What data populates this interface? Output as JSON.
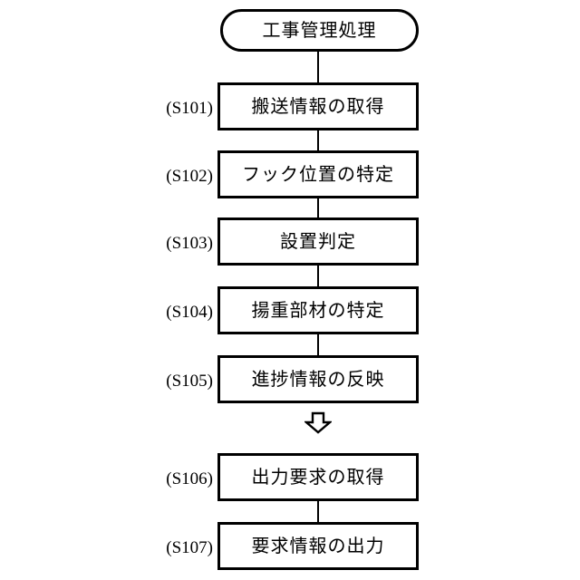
{
  "diagram": {
    "type": "flowchart",
    "orientation": "vertical",
    "background_color": "#ffffff",
    "line_color": "#000000",
    "start": {
      "shape": "terminal",
      "label": "工事管理処理"
    },
    "steps": [
      {
        "id": "(S101)",
        "label": "搬送情報の取得",
        "shape": "process"
      },
      {
        "id": "(S102)",
        "label": "フック位置の特定",
        "shape": "process"
      },
      {
        "id": "(S103)",
        "label": "設置判定",
        "shape": "process"
      },
      {
        "id": "(S104)",
        "label": "揚重部材の特定",
        "shape": "process"
      },
      {
        "id": "(S105)",
        "label": "進捗情報の反映",
        "shape": "process"
      },
      {
        "id": "(S106)",
        "label": "出力要求の取得",
        "shape": "process"
      },
      {
        "id": "(S107)",
        "label": "要求情報の出力",
        "shape": "process"
      }
    ],
    "separator": {
      "shape": "hollow-block-arrow",
      "direction": "down",
      "after_step": "(S105)",
      "before_step": "(S106)"
    }
  }
}
